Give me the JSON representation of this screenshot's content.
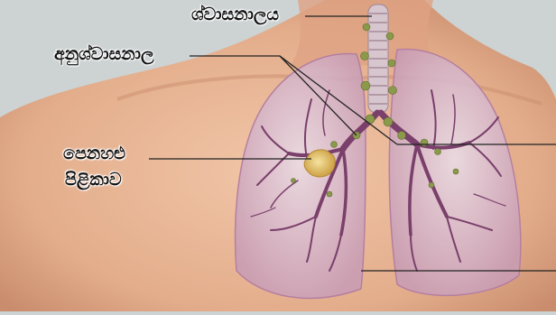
{
  "labels": {
    "trachea": "ශ්වාසනාලය",
    "bronchi": "අනුශ්වාසනාල",
    "lung_cancer_line1": "පෙනහළු",
    "lung_cancer_line2": "පිළිකාව"
  },
  "colors": {
    "background": "#cdd2d3",
    "skin": "#e8b594",
    "lung": "#d9b8cc",
    "bronchi": "#7a3f6b",
    "tumor": "#e6c26a",
    "lymph_nodes": "#8a9a4a",
    "leader_lines": "#222222"
  }
}
